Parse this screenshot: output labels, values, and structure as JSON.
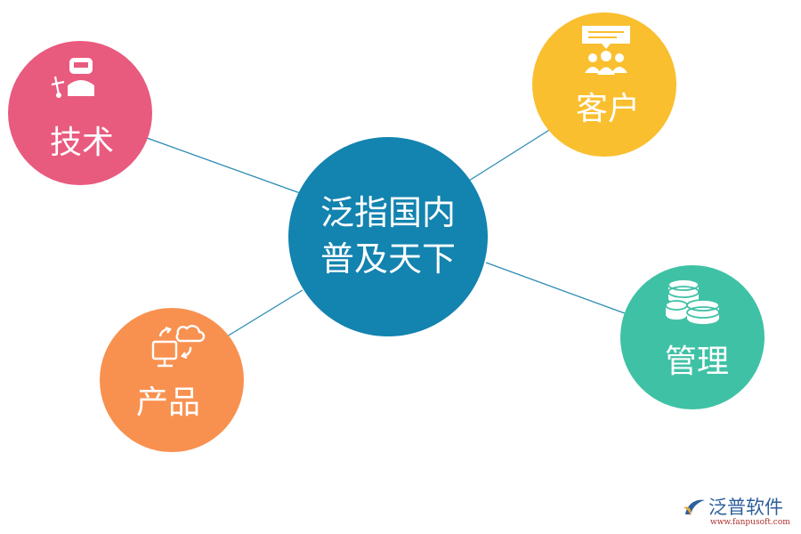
{
  "center": {
    "line1": "泛指国内",
    "line2": "普及天下"
  },
  "nodes": {
    "tech": {
      "label": "技术",
      "icon": "welder-icon",
      "color": "#e95a7f"
    },
    "customer": {
      "label": "客户",
      "icon": "people-chat-icon",
      "color": "#f9bf2f"
    },
    "product": {
      "label": "产品",
      "icon": "computer-cloud-icon",
      "color": "#f89150"
    },
    "manage": {
      "label": "管理",
      "icon": "coins-icon",
      "color": "#3fc1a5"
    }
  },
  "center_color": "#1383af",
  "line_color": "#2b8cb3",
  "logo": {
    "name": "泛普软件",
    "url": "www.fanpusoft.com",
    "icon": "fanpu-logo-icon"
  }
}
